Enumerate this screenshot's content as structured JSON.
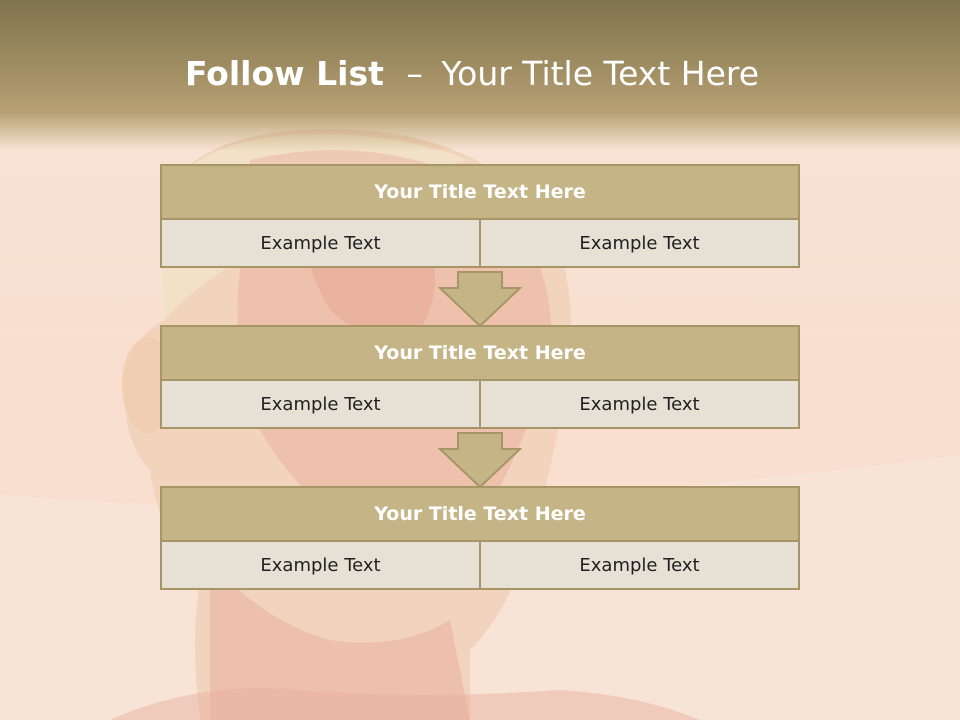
{
  "slide": {
    "title_strong": "Follow List",
    "title_dash": "–",
    "title_rest": "Your Title Text Here"
  },
  "blocks": [
    {
      "title": "Your Title Text Here",
      "left": "Example Text",
      "right": "Example Text"
    },
    {
      "title": "Your Title Text Here",
      "left": "Example Text",
      "right": "Example Text"
    },
    {
      "title": "Your Title Text Here",
      "left": "Example Text",
      "right": "Example Text"
    }
  ],
  "colors": {
    "header": "#a08d62",
    "block_title": "#c4b486",
    "cell": "#e6e1d4",
    "border": "#a69566"
  }
}
